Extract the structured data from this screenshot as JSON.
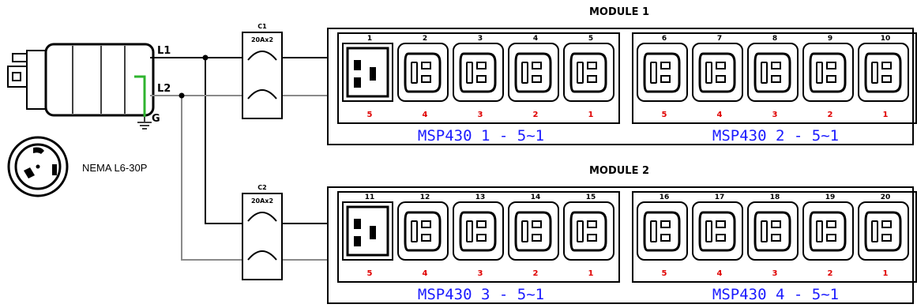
{
  "plug": {
    "label": "NEMA L6-30P"
  },
  "wires": {
    "l1": "L1",
    "l2": "L2",
    "ground": "G"
  },
  "modules": [
    {
      "title": "MODULE 1",
      "breaker": {
        "id": "C1",
        "rating": "20Ax2"
      },
      "groups": [
        {
          "label": "MSP430 1 - 5~1",
          "outlets": [
            {
              "number": "1",
              "channel": "5",
              "type": "C20"
            },
            {
              "number": "2",
              "channel": "4",
              "type": "C13"
            },
            {
              "number": "3",
              "channel": "3",
              "type": "C13"
            },
            {
              "number": "4",
              "channel": "2",
              "type": "C13"
            },
            {
              "number": "5",
              "channel": "1",
              "type": "C13"
            }
          ]
        },
        {
          "label": "MSP430 2 - 5~1",
          "outlets": [
            {
              "number": "6",
              "channel": "5",
              "type": "C13"
            },
            {
              "number": "7",
              "channel": "4",
              "type": "C13"
            },
            {
              "number": "8",
              "channel": "3",
              "type": "C13"
            },
            {
              "number": "9",
              "channel": "2",
              "type": "C13"
            },
            {
              "number": "10",
              "channel": "1",
              "type": "C13"
            }
          ]
        }
      ]
    },
    {
      "title": "MODULE 2",
      "breaker": {
        "id": "C2",
        "rating": "20Ax2"
      },
      "groups": [
        {
          "label": "MSP430 3 - 5~1",
          "outlets": [
            {
              "number": "11",
              "channel": "5",
              "type": "C20"
            },
            {
              "number": "12",
              "channel": "4",
              "type": "C13"
            },
            {
              "number": "13",
              "channel": "3",
              "type": "C13"
            },
            {
              "number": "14",
              "channel": "2",
              "type": "C13"
            },
            {
              "number": "15",
              "channel": "1",
              "type": "C13"
            }
          ]
        },
        {
          "label": "MSP430 4 - 5~1",
          "outlets": [
            {
              "number": "16",
              "channel": "5",
              "type": "C13"
            },
            {
              "number": "17",
              "channel": "4",
              "type": "C13"
            },
            {
              "number": "18",
              "channel": "3",
              "type": "C13"
            },
            {
              "number": "19",
              "channel": "2",
              "type": "C13"
            },
            {
              "number": "20",
              "channel": "1",
              "type": "C13"
            }
          ]
        }
      ]
    }
  ],
  "colors": {
    "hot": "#000000",
    "neutral": "#8a8a8a",
    "ground": "#2fb42f",
    "channel": "#e00000",
    "group_label": "#1a1aff"
  }
}
